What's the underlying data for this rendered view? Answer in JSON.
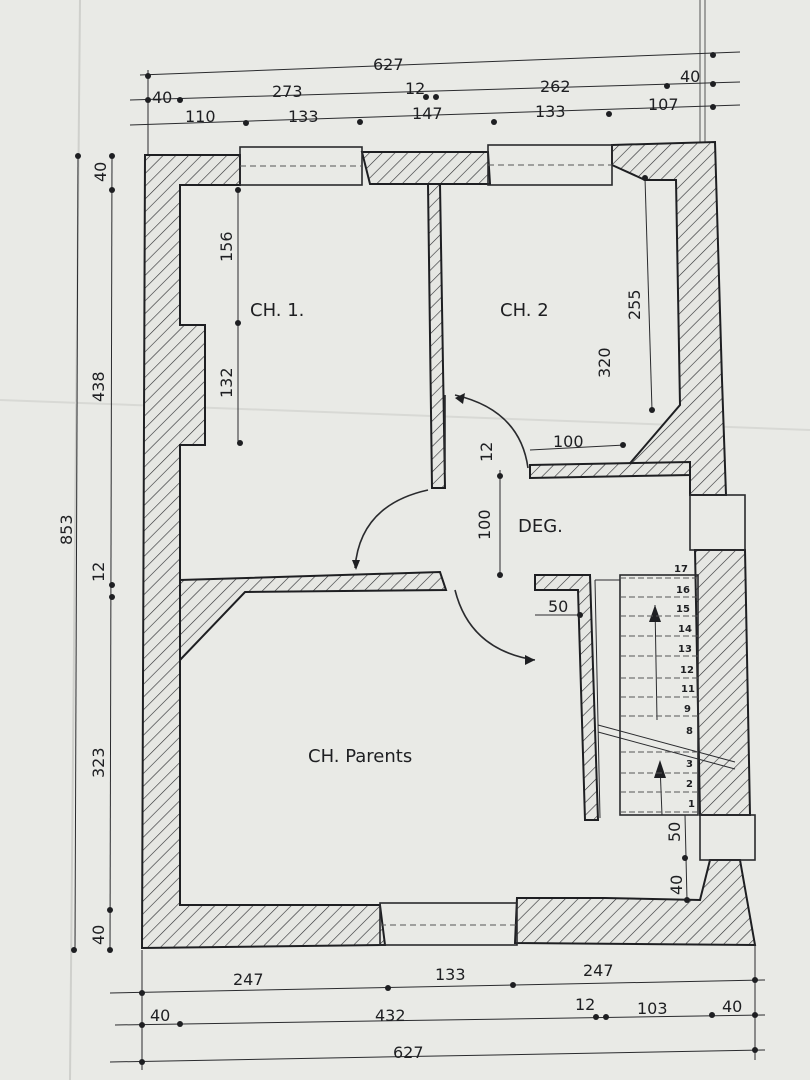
{
  "rooms": {
    "ch1": "CH. 1.",
    "ch2": "CH. 2",
    "deg": "DEG.",
    "parents": "CH. Parents"
  },
  "dims_top": {
    "total": "627",
    "left_wall": "40",
    "seg_273": "273",
    "seg_12": "12",
    "seg_262": "262",
    "right_wall": "40",
    "w110": "110",
    "w133a": "133",
    "w147": "147",
    "w133b": "133",
    "w107": "107"
  },
  "dims_left": {
    "top_wall": "40",
    "upper": "438",
    "total": "853",
    "mid_wall": "12",
    "lower": "323",
    "bottom_wall": "40"
  },
  "dims_inner": {
    "ch1_upper": "156",
    "ch1_lower": "132",
    "ch2_255": "255",
    "ch2_320": "320",
    "ch2_100": "100",
    "deg_12": "12",
    "deg_100": "100",
    "stair_50": "50",
    "right_50": "50",
    "right_40": "40"
  },
  "dims_bottom": {
    "b247a": "247",
    "b133": "133",
    "b247b": "247",
    "b40a": "40",
    "b432": "432",
    "b12": "12",
    "b103": "103",
    "b40b": "40",
    "total": "627"
  },
  "stairs": [
    "17",
    "16",
    "15",
    "14",
    "13",
    "12",
    "11",
    "9",
    "8",
    "3",
    "2",
    "1"
  ]
}
